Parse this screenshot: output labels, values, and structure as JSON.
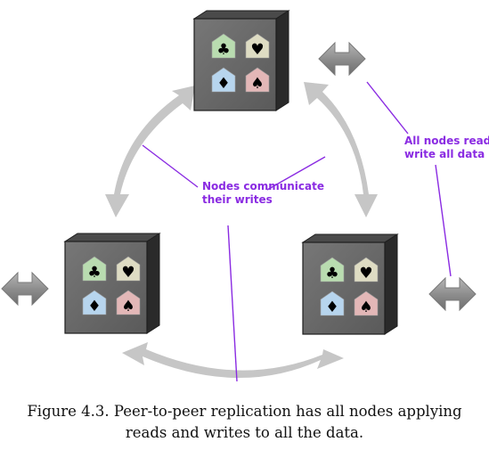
{
  "annotations": {
    "communicate_line1": "Nodes communicate",
    "communicate_line2": "their writes",
    "readwrite_line1": "All nodes read and",
    "readwrite_line2": "write all data"
  },
  "caption": {
    "line1": "Figure 4.3. Peer-to-peer replication has all nodes applying",
    "line2": "reads and writes to all the data."
  },
  "node_cards": [
    {
      "suit": "♣",
      "color": "#b9dcb0"
    },
    {
      "suit": "♥",
      "color": "#dedcc3"
    },
    {
      "suit": "♦",
      "color": "#b7d5ee"
    },
    {
      "suit": "♠",
      "color": "#e3b7b7"
    }
  ],
  "colors": {
    "annotation": "#8a2be2",
    "arrow": "#c4c4c4",
    "box_face": "#6b6b6b",
    "box_dark": "#2a2a2a"
  }
}
